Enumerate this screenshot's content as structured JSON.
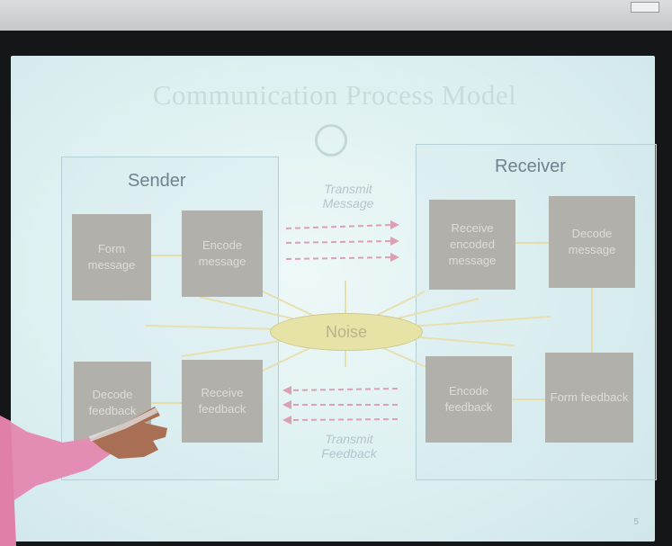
{
  "slide": {
    "title": "Communication Process Model",
    "sender_label": "Sender",
    "receiver_label": "Receiver",
    "noise_label": "Noise",
    "transmit_message_label": "Transmit\nMessage",
    "transmit_feedback_label": "Transmit\nFeedback",
    "page_number": "5"
  },
  "boxes": {
    "form_message": "Form message",
    "encode_message": "Encode message",
    "receive_encoded_message": "Receive encoded message",
    "decode_message": "Decode message",
    "decode_feedback": "Decode feedback",
    "receive_feedback": "Receive feedback",
    "encode_feedback": "Encode feedback",
    "form_feedback": "Form feedback"
  },
  "colors": {
    "box": "#b2b0aa",
    "noise": "#e7e3a6",
    "arrow": "#e0a0b0",
    "rays": "#e6dcaa",
    "screen": "#dceff0",
    "sleeve": "#e58fb5"
  }
}
